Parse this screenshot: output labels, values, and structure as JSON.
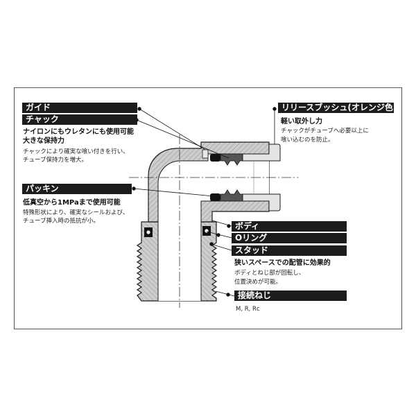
{
  "colors": {
    "label_background": "#1c1c1c",
    "label_text": "#ffffff",
    "body_fill": "#cdcdcd",
    "frame": "#555555"
  },
  "guide": {
    "label": "ガイド"
  },
  "chuck": {
    "label": "チャック",
    "features": [
      "ナイロンにもウレタンにも使用可能",
      "大きな保持力"
    ],
    "notes": [
      "チャックにより確実な喰い付きを行い、",
      "チューブ保持力を増大。"
    ]
  },
  "packing": {
    "label": "パッキン",
    "features": [
      "低真空から1MPaまで使用可能"
    ],
    "notes": [
      "特殊形状により、確実なシールおよび、",
      "チューブ挿入時の抵抗が小。"
    ]
  },
  "release_bush": {
    "label": "リリースブッシュ(オレンジ色)",
    "features": [
      "軽い取外し力"
    ],
    "notes": [
      "チャックがチューブへ必要以上に",
      "喰い込むのを防止。"
    ]
  },
  "body": {
    "label": "ボディ"
  },
  "o_ring": {
    "label": "Oリング"
  },
  "stud": {
    "label": "スタッド",
    "features": [
      "狭いスペースでの配管に効果的"
    ],
    "notes": [
      "ボディとねじ部が回転し、",
      "位置決めが可能。"
    ]
  },
  "connection_thread": {
    "label": "接続ねじ",
    "notes": [
      "M, R, Rc"
    ]
  }
}
